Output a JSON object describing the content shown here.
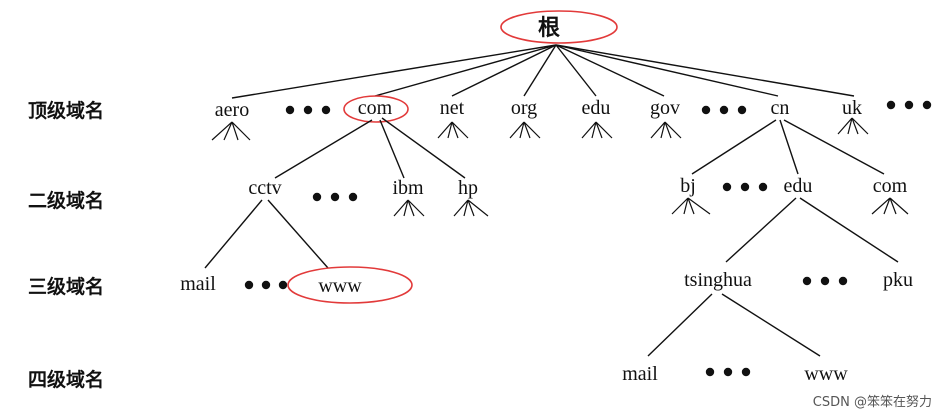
{
  "levels": [
    "顶级域名",
    "二级域名",
    "三级域名",
    "四级域名"
  ],
  "root": "根",
  "tld": [
    "aero",
    "com",
    "net",
    "org",
    "edu",
    "gov",
    "cn",
    "uk"
  ],
  "com_children": [
    "cctv",
    "ibm",
    "hp"
  ],
  "cctv_children": [
    "mail",
    "www"
  ],
  "cn_children": [
    "bj",
    "edu",
    "com"
  ],
  "edu_children": [
    "tsinghua",
    "pku"
  ],
  "tsinghua_children": [
    "mail",
    "www"
  ],
  "watermark": "CSDN @笨笨在努力",
  "highlight_color": "#e23a3a"
}
